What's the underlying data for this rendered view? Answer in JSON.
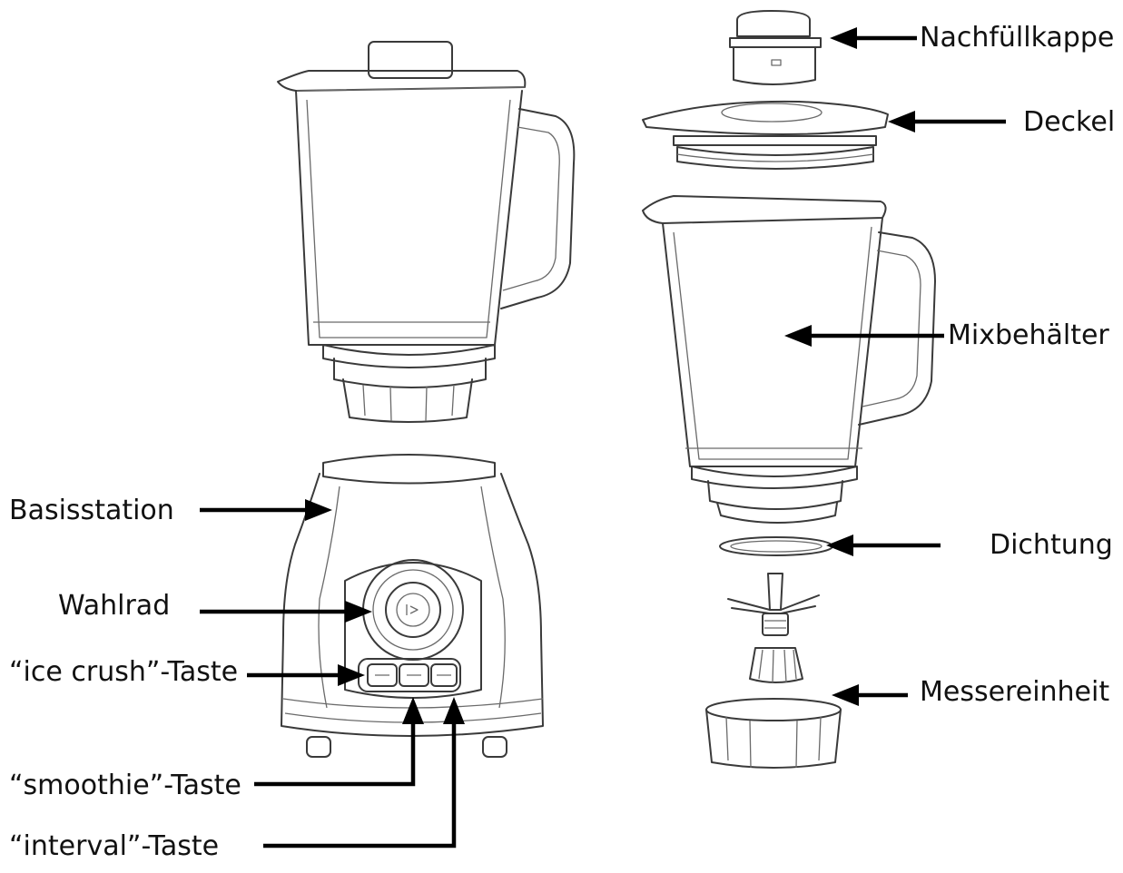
{
  "labels": {
    "refill_cap": "Nachfüllkappe",
    "lid": "Deckel",
    "jar": "Mixbehälter",
    "seal": "Dichtung",
    "blade_unit": "Messereinheit",
    "base": "Basisstation",
    "dial": "Wahlrad",
    "ice_crush": "“ice crush”-Taste",
    "smoothie": "“smoothie”-Taste",
    "interval": "“interval”-Taste"
  },
  "colors": {
    "line": "#3a3a3a",
    "arrow": "#000000",
    "text": "#111111"
  }
}
